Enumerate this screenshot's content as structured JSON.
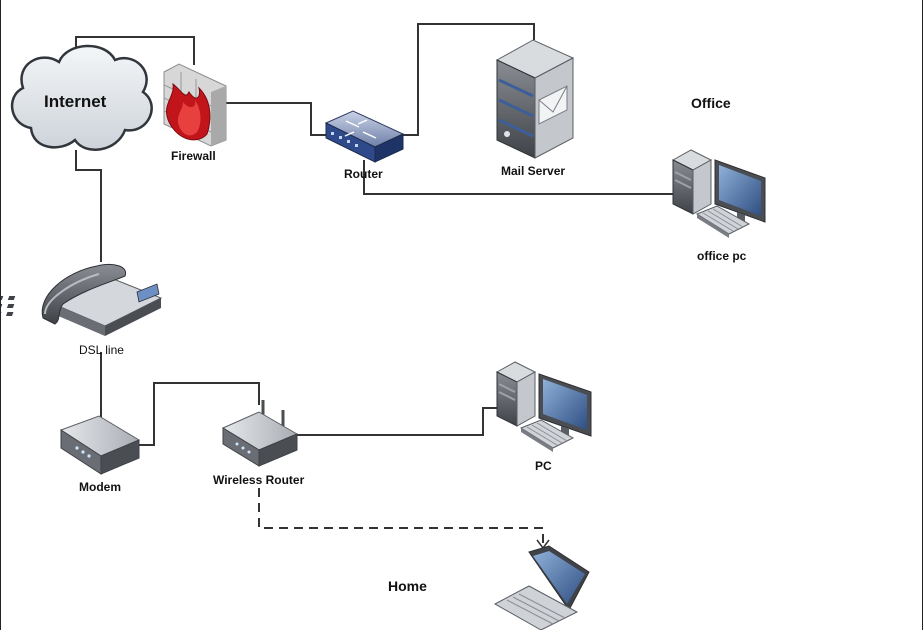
{
  "nodes": {
    "internet": {
      "label": "Internet",
      "icon": "cloud-icon"
    },
    "firewall": {
      "label": "Firewall",
      "icon": "firewall-icon"
    },
    "router": {
      "label": "Router",
      "icon": "router-icon"
    },
    "mail_server": {
      "label": "Mail Server",
      "icon": "server-icon"
    },
    "office_pc": {
      "label": "office pc",
      "icon": "desktop-pc-icon"
    },
    "dsl_line": {
      "label": "DSL line",
      "icon": "telephone-icon"
    },
    "modem": {
      "label": "Modem",
      "icon": "modem-icon"
    },
    "wireless_router": {
      "label": "Wireless Router",
      "icon": "wireless-router-icon"
    },
    "pc": {
      "label": "PC",
      "icon": "desktop-pc-icon"
    },
    "laptop": {
      "label": "",
      "icon": "laptop-icon"
    }
  },
  "sections": {
    "office": "Office",
    "home": "Home"
  },
  "connections": [
    {
      "from": "internet",
      "to": "firewall",
      "style": "solid"
    },
    {
      "from": "firewall",
      "to": "router",
      "style": "solid"
    },
    {
      "from": "router",
      "to": "mail_server",
      "style": "solid"
    },
    {
      "from": "router",
      "to": "office_pc",
      "style": "solid"
    },
    {
      "from": "internet",
      "to": "dsl_line",
      "style": "solid"
    },
    {
      "from": "dsl_line",
      "to": "modem",
      "style": "solid"
    },
    {
      "from": "modem",
      "to": "wireless_router",
      "style": "solid"
    },
    {
      "from": "wireless_router",
      "to": "pc",
      "style": "solid"
    },
    {
      "from": "wireless_router",
      "to": "laptop",
      "style": "dashed"
    }
  ],
  "colors": {
    "line": "#333333",
    "cloud_fill": "#e4e8ec",
    "device_dark": "#5a5d63",
    "device_light": "#c9ccd2",
    "firewall_red": "#c2151b",
    "screen_blue": "#4a6fa5",
    "router_blue": "#2f4a8a"
  }
}
